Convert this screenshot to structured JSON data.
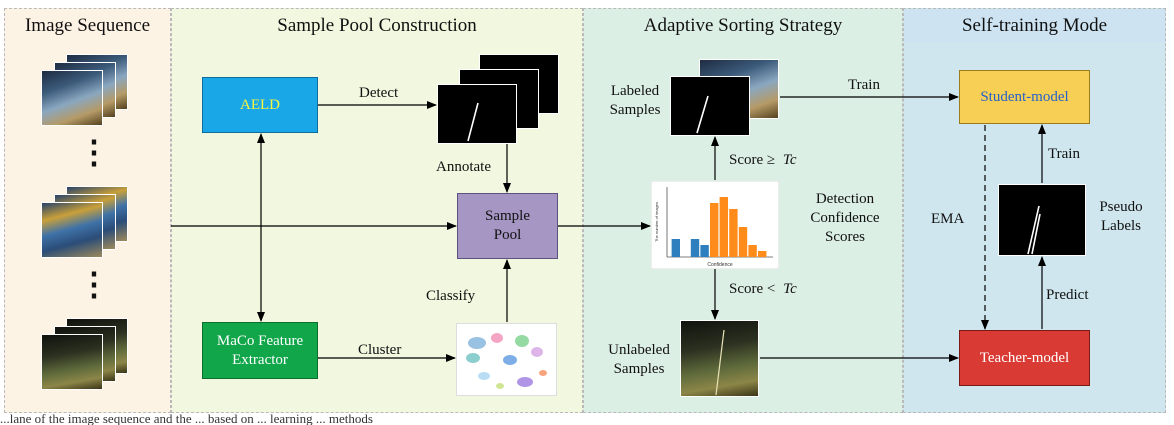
{
  "panels": {
    "image_sequence": "Image Sequence",
    "sample_pool_construction": "Sample Pool Construction",
    "adaptive_sorting_strategy": "Adaptive Sorting Strategy",
    "self_training_mode": "Self-training Mode"
  },
  "colors": {
    "panel1_bg": "#fdf3e4",
    "panel2_bg": "#f2f7df",
    "panel3_bg": "#dcefe4",
    "panel4_bg": "#cfe6ee",
    "panel4_header": "#cde3f2",
    "aeld_fill": "#1aa7e8",
    "aeld_text": "#f5f542",
    "maco_fill": "#12a64b",
    "pool_fill": "#a596c3",
    "student_fill": "#f8cf55",
    "student_text": "#2561c8",
    "teacher_fill": "#d93a34",
    "hist_blue": "#2e7fbd",
    "hist_orange": "#ff8c1a"
  },
  "nodes": {
    "aeld": "AELD",
    "maco_line1": "MaCo Feature",
    "maco_line2": "Extractor",
    "pool_line1": "Sample",
    "pool_line2": "Pool",
    "student": "Student-model",
    "teacher": "Teacher-model"
  },
  "edges": {
    "detect": "Detect",
    "annotate": "Annotate",
    "classify": "Classify",
    "cluster": "Cluster",
    "train_top": "Train",
    "train_right": "Train",
    "predict": "Predict",
    "ema": "EMA"
  },
  "text": {
    "labeled_line1": "Labeled",
    "labeled_line2": "Samples",
    "unlabeled_line1": "Unlabeled",
    "unlabeled_line2": "Samples",
    "score_ge": "Score ≥",
    "score_lt": "Score <",
    "threshold": "Tc",
    "conf_line1": "Detection",
    "conf_line2": "Confidence",
    "conf_line3": "Scores",
    "pseudo_line1": "Pseudo",
    "pseudo_line2": "Labels",
    "sequence_dots": "⋮",
    "caption_fragment": "...lane of the image sequence and the ... based on ... learning ... methods"
  },
  "icons": {
    "histogram": "confidence-histogram-icon",
    "cluster_plot": "tsne-cluster-plot-icon",
    "road_frame": "road-frame-thumbnail",
    "lane_mask": "lane-mask-thumbnail"
  },
  "chart_data": {
    "type": "bar",
    "title": "",
    "xlabel": "Confidence",
    "ylabel": "The number of images",
    "values": [
      3,
      0,
      3,
      2,
      9,
      10,
      8,
      5,
      2,
      1
    ],
    "colors": [
      "blue",
      "white",
      "blue",
      "blue",
      "orange",
      "orange",
      "orange",
      "orange",
      "orange",
      "orange"
    ],
    "ylim": [
      0,
      11
    ]
  }
}
